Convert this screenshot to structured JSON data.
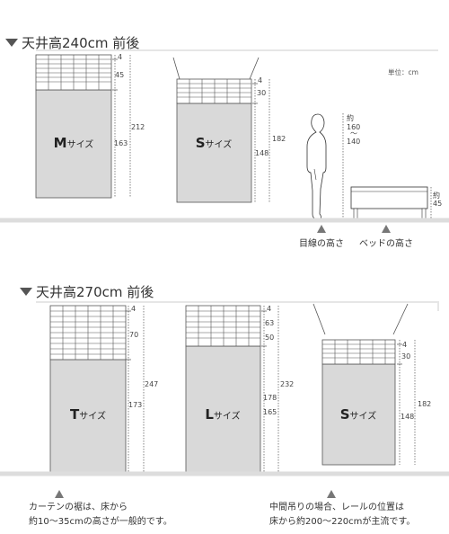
{
  "sections": {
    "ceiling_240": {
      "heading": "天井高240cm 前後"
    },
    "ceiling_270": {
      "heading": "天井高270cm 前後"
    }
  },
  "unit_label": "単位：cm",
  "panels": {
    "m": {
      "size_letter": "M",
      "size_suffix": "サイズ",
      "dims": {
        "valance": "4",
        "top": "45",
        "lower": "163",
        "total": "212"
      }
    },
    "s1": {
      "size_letter": "S",
      "size_suffix": "サイズ",
      "dims": {
        "valance": "4",
        "top": "30",
        "lower": "148",
        "total": "182"
      }
    },
    "t": {
      "size_letter": "T",
      "size_suffix": "サイズ",
      "dims": {
        "valance": "4",
        "top": "70",
        "lower": "173",
        "total": "247"
      }
    },
    "l": {
      "size_letter": "L",
      "size_suffix": "サイズ",
      "dims": {
        "valance": "4",
        "top_a": "63",
        "top_b": "50",
        "lower_a": "178",
        "lower_b": "165",
        "total": "232"
      }
    },
    "s2": {
      "size_letter": "S",
      "size_suffix": "サイズ",
      "dims": {
        "valance": "4",
        "top": "30",
        "lower": "148",
        "total": "182"
      }
    }
  },
  "person": {
    "height_label_1": "約",
    "height_label_2": "160",
    "height_label_3": "〜",
    "height_label_4": "140",
    "caption": "目線の高さ"
  },
  "bed": {
    "height_label_1": "約",
    "height_label_2": "45",
    "caption": "ベッドの高さ"
  },
  "notes": {
    "hem": {
      "line1": "カーテンの裾は、床から",
      "line2": "約10〜35cmの高さが一般的です。"
    },
    "rail": {
      "line1": "中間吊りの場合、レールの位置は",
      "line2": "床から約200〜220cmが主流です。"
    }
  },
  "colors": {
    "panel_fill": "#d9d9d9",
    "panel_stroke": "#555555",
    "dim_line": "#333333",
    "floor_line": "#dddddd",
    "triangle": "#777777"
  }
}
